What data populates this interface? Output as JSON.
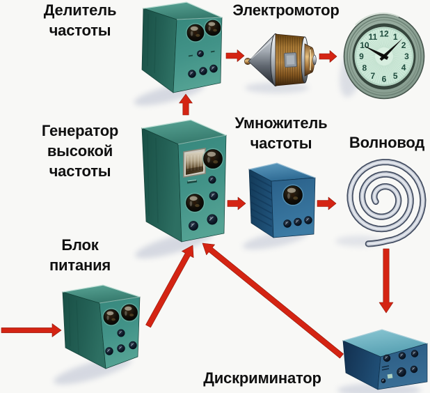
{
  "figure": {
    "type": "block-diagram",
    "description": "Scheme of a frequency-stabilized clock system",
    "language": "ru"
  },
  "palette": {
    "background": "#f8f8f6",
    "arrow_red": "#d42413",
    "arrow_red_dark": "#8f1507",
    "label_color": "#101010",
    "teal_front": "#3f948a",
    "teal_side": "#206357",
    "teal_top": "#57a295",
    "blue_front": "#31688f",
    "blue_side": "#1a4466",
    "blue_top": "#4f8cb2",
    "disc_top": "#7cbac8",
    "disc_front": "#2d5e85",
    "clock_face": "#d2ecdf",
    "clock_rim": "#92a99d",
    "waveguide_grey": "#ccd1db",
    "motor_copper": "#9a6630"
  },
  "diagram": {
    "nodes": [
      {
        "id": "frequency-divider",
        "lines": [
          "Делитель",
          "частоты"
        ]
      },
      {
        "id": "electric-motor",
        "lines": [
          "Электромотор"
        ]
      },
      {
        "id": "clock",
        "lines": []
      },
      {
        "id": "hf-generator",
        "lines": [
          "Генератор",
          "высокой",
          "частоты"
        ]
      },
      {
        "id": "frequency-multiplier",
        "lines": [
          "Умножитель",
          "частоты"
        ]
      },
      {
        "id": "waveguide",
        "lines": [
          "Волновод"
        ]
      },
      {
        "id": "power-supply",
        "lines": [
          "Блок",
          "питания"
        ]
      },
      {
        "id": "discriminator",
        "lines": [
          "Дискриминатор"
        ]
      }
    ],
    "arrows": [
      {
        "from": "input",
        "to": "power-supply"
      },
      {
        "from": "power-supply",
        "to": "hf-generator"
      },
      {
        "from": "hf-generator",
        "to": "frequency-divider"
      },
      {
        "from": "frequency-divider",
        "to": "electric-motor"
      },
      {
        "from": "electric-motor",
        "to": "clock"
      },
      {
        "from": "hf-generator",
        "to": "frequency-multiplier"
      },
      {
        "from": "frequency-multiplier",
        "to": "waveguide"
      },
      {
        "from": "waveguide",
        "to": "discriminator"
      },
      {
        "from": "discriminator",
        "to": "hf-generator"
      }
    ],
    "clock_numerals": [
      "1",
      "2",
      "3",
      "4",
      "5",
      "6",
      "7",
      "8",
      "9",
      "10",
      "11",
      "12"
    ],
    "clock_time": "10:10"
  }
}
